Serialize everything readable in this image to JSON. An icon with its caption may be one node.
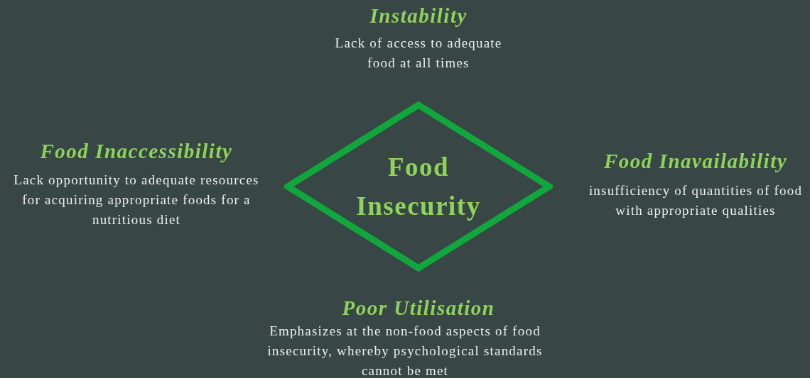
{
  "diagram": {
    "nodes": [
      {
        "text": [
          "Food Insecurity"
        ]
      }
    ],
    "edges": [],
    "labels": [
      "Instability",
      "Lack of access to adequate food at all times",
      "Food Inaccessibility",
      "Lack opportunity to adequate resources for acquiring appropriate foods for a nutritious diet",
      "Food Inavailability",
      "insufficiency of quantities of food with appropriate qualities",
      "Poor Utilisation",
      "Emphasizes at the non-food aspects of food insecurity, whereby psychological standards cannot be met"
    ]
  }
}
